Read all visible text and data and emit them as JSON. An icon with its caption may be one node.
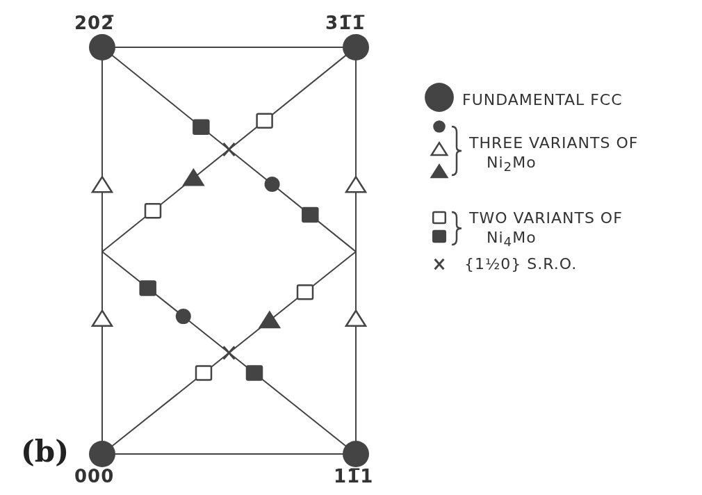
{
  "diagram": {
    "labels": [
      "202̅",
      "31̅1̅",
      "000",
      "11̅1",
      "(b)"
    ],
    "legend": [
      {
        "text": "FUNDAMENTAL FCC"
      },
      {
        "text": "THREE VARIANTS OF Ni$_{2}$Mo"
      },
      {
        "text": "TWO VARIANTS OF Ni$_{4}$Mo"
      },
      {
        "text": "{1½0} S.R.O."
      }
    ]
  }
}
